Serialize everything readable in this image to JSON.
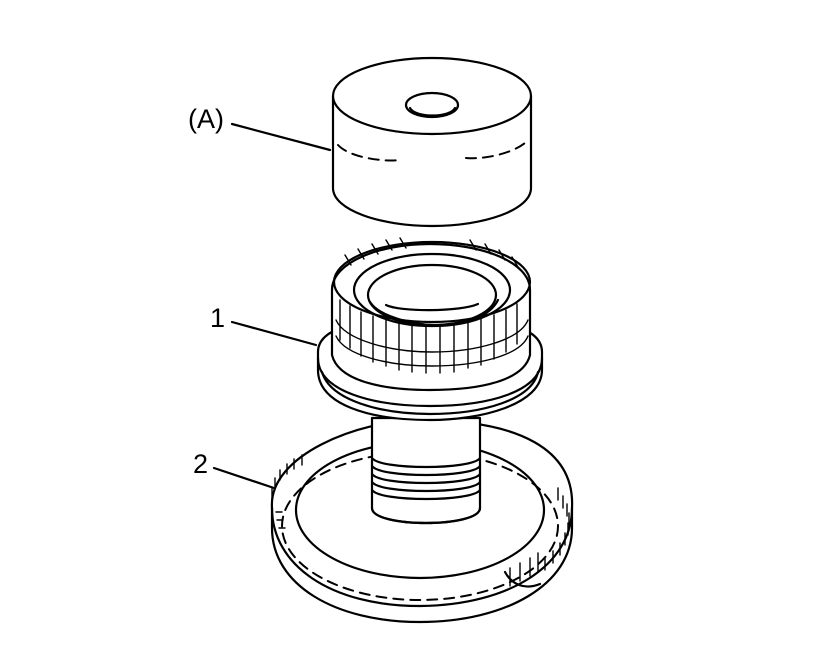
{
  "callouts": {
    "tool": "(A)",
    "part1": "1",
    "part2": "2"
  },
  "colors": {
    "ink": "#000000",
    "background": "#ffffff"
  }
}
